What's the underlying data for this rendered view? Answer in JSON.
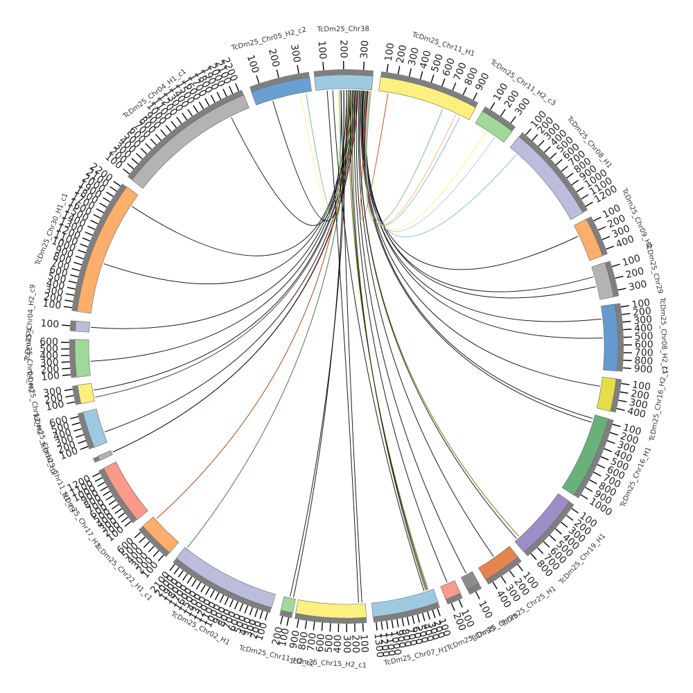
{
  "segments": [
    {
      "id": "s1",
      "label": "TcDm25_Chr05_H2_c2",
      "start": 339.5,
      "end": 352.2,
      "color": "#6a9fd2",
      "ticks": [
        "100",
        "200",
        "300"
      ]
    },
    {
      "id": "s2",
      "label": "TcDm25_Chr38",
      "start": 353.2,
      "end": 5.6,
      "color": "#9ecae1",
      "ticks": [
        "100",
        "200",
        "300"
      ]
    },
    {
      "id": "s3",
      "label": "TcDm25_Chr11_H1",
      "start": 7.2,
      "end": 28.4,
      "color": "#fdf07f",
      "ticks": [
        "100",
        "200",
        "300",
        "400",
        "500",
        "600",
        "700",
        "800",
        "900"
      ]
    },
    {
      "id": "s4",
      "label": "TcDm25_Chr11_H2_c3",
      "start": 30.0,
      "end": 37.6,
      "color": "#a1d99b",
      "ticks": [
        "100",
        "200",
        "300"
      ]
    },
    {
      "id": "s5",
      "label": "TcDm25_Chr08_H1",
      "start": 39.4,
      "end": 60.5,
      "color": "#bcbddc",
      "ticks": [
        "100",
        "200",
        "300",
        "400",
        "500",
        "600",
        "700",
        "800",
        "900",
        "1000",
        "1100",
        "1200"
      ]
    },
    {
      "id": "s6",
      "label": "TcDm25_Chr09_H2",
      "start": 62.0,
      "end": 70.5,
      "color": "#fdae6b",
      "ticks": [
        "100",
        "200",
        "300",
        "400"
      ]
    },
    {
      "id": "s7",
      "label": "TcDm25_Chr29",
      "start": 72.0,
      "end": 79.5,
      "color": "#b3b3b3",
      "ticks": [
        "100",
        "200",
        "300"
      ]
    },
    {
      "id": "s8",
      "label": "TcDm25_Chr08_H2_c1",
      "start": 81.0,
      "end": 95.2,
      "color": "#6699cc",
      "ticks": [
        "100",
        "200",
        "300",
        "400",
        "500",
        "600",
        "700",
        "800",
        "900"
      ]
    },
    {
      "id": "s9",
      "label": "TcDm25_Chr16_H2_c1",
      "start": 96.8,
      "end": 103.8,
      "color": "#e6dd4b",
      "ticks": [
        "100",
        "200",
        "300",
        "400"
      ]
    },
    {
      "id": "s10",
      "label": "TcDm25_Chr16_H1",
      "start": 105.4,
      "end": 123.2,
      "color": "#6ab07b",
      "ticks": [
        "100",
        "200",
        "300",
        "400",
        "500",
        "600",
        "700",
        "800",
        "900",
        "1000"
      ]
    },
    {
      "id": "s11",
      "label": "TcDm25_Chr19_H1",
      "start": 124.8,
      "end": 139.2,
      "color": "#9e8dc7",
      "ticks": [
        "100",
        "200",
        "300",
        "400",
        "500",
        "600",
        "700",
        "800"
      ]
    },
    {
      "id": "s12",
      "label": "TcDm25_Chr25_H1",
      "start": 140.8,
      "end": 149.2,
      "color": "#e6844e",
      "ticks": [
        "100",
        "200",
        "300",
        "400"
      ]
    },
    {
      "id": "s13",
      "label": "TcDm25_Chr25",
      "start": 150.8,
      "end": 153.6,
      "color": "#8c8c8c",
      "ticks": [
        "100"
      ]
    },
    {
      "id": "s14",
      "label": "TcDm25_Chr35",
      "start": 155.2,
      "end": 158.6,
      "color": "#fb9a8a",
      "ticks": [
        "100",
        "200"
      ]
    },
    {
      "id": "s15",
      "label": "TcDm25_Chr07_H1",
      "start": 160.3,
      "end": 174.4,
      "color": "#9ecae1",
      "ticks": [
        "100",
        "200",
        "300",
        "400",
        "500",
        "600",
        "700",
        "800",
        "900",
        "1000",
        "1100",
        "1200",
        "1300"
      ]
    },
    {
      "id": "s16",
      "label": "TcDm25_Chr15_H2_c1",
      "start": 175.8,
      "end": 190.8,
      "color": "#fdf07f",
      "ticks": [
        "100",
        "200",
        "300",
        "400",
        "500",
        "600",
        "700",
        "800",
        "900"
      ]
    },
    {
      "id": "s17",
      "label": "TcDm25_Chr11_H2_c2",
      "start": 191.4,
      "end": 194.0,
      "color": "#a1d99b",
      "ticks": [
        "100",
        "200"
      ]
    },
    {
      "id": "s18",
      "label": "TcDm25_Chr02_H1",
      "start": 196.0,
      "end": 218.8,
      "color": "#bcbddc",
      "ticks": [
        "100",
        "200",
        "300",
        "400",
        "500",
        "600",
        "700",
        "800",
        "900",
        "1000",
        "1100",
        "1200",
        "1300",
        "1400",
        "1500",
        "1600",
        "1700",
        "1800",
        "1900",
        "2000",
        "2100"
      ]
    },
    {
      "id": "s19",
      "label": "TcDm25_Chr22_H1_c1",
      "start": 220.6,
      "end": 228.6,
      "color": "#fdae6b",
      "ticks": [
        "100",
        "200",
        "300",
        "400",
        "500",
        "600"
      ]
    },
    {
      "id": "s20",
      "label": "TcDm25_Chr17_H1",
      "start": 230.4,
      "end": 243.4,
      "color": "#fb9a8a",
      "ticks": [
        "100",
        "200",
        "300",
        "400",
        "500",
        "600",
        "700",
        "800",
        "900",
        "1000",
        "1100",
        "1200"
      ]
    },
    {
      "id": "s21",
      "label": "TcDm25_Chr11_H1_c3",
      "start": 245.2,
      "end": 246.2,
      "color": "#b3b3b3",
      "ticks": []
    },
    {
      "id": "s22",
      "label": "TcDm25_Chr10_H2",
      "start": 248.2,
      "end": 256.0,
      "color": "#9ecae1",
      "ticks": [
        "100",
        "200",
        "300",
        "400",
        "500",
        "600"
      ]
    },
    {
      "id": "s23",
      "label": "TcDm25_Chr12_H2",
      "start": 257.8,
      "end": 261.8,
      "color": "#fdf07f",
      "ticks": [
        "100",
        "200",
        "300"
      ]
    },
    {
      "id": "s24",
      "label": "TcDm25_Chr04_H2",
      "start": 263.5,
      "end": 271.5,
      "color": "#a1d99b",
      "ticks": [
        "100",
        "200",
        "300",
        "400",
        "500",
        "600"
      ]
    },
    {
      "id": "s25",
      "label": "TcDm25_Chr04_H2_c9",
      "start": 273.2,
      "end": 275.4,
      "color": "#bcbddc",
      "ticks": [
        "100"
      ]
    },
    {
      "id": "s26",
      "label": "TcDm25_Chr30_H1_c1",
      "start": 277.4,
      "end": 306.0,
      "color": "#fdae6b",
      "ticks": [
        "100",
        "200",
        "300",
        "400",
        "500",
        "600",
        "700",
        "800",
        "900",
        "1000",
        "1100",
        "1200",
        "1300",
        "1400",
        "1500",
        "1600",
        "1700",
        "1800",
        "1900",
        "2000",
        "2100",
        "2200"
      ]
    },
    {
      "id": "s27",
      "label": "TcDm25_Chr04_H1_c1",
      "start": 307.8,
      "end": 337.8,
      "color": "#b3b3b3",
      "ticks": [
        "100",
        "200",
        "300",
        "400",
        "500",
        "600",
        "700",
        "800",
        "900",
        "1000",
        "1100",
        "1200",
        "1300",
        "1400",
        "1500",
        "1600",
        "1700",
        "1800",
        "1900",
        "2000",
        "2100",
        "2200"
      ]
    }
  ],
  "links": [
    {
      "from": "s27",
      "fromPos": 0.85,
      "to": "s2",
      "toPos": 0.45,
      "color": "#000000"
    },
    {
      "from": "s1",
      "fromPos": 0.3,
      "to": "s2",
      "toPos": 0.5,
      "color": "#000000"
    },
    {
      "from": "s26",
      "fromPos": 0.9,
      "to": "s2",
      "toPos": 0.55,
      "color": "#000000"
    },
    {
      "from": "s26",
      "fromPos": 0.4,
      "to": "s2",
      "toPos": 0.6,
      "color": "#000000"
    },
    {
      "from": "s25",
      "fromPos": 0.5,
      "to": "s2",
      "toPos": 0.62,
      "color": "#000000"
    },
    {
      "from": "s24",
      "fromPos": 0.4,
      "to": "s2",
      "toPos": 0.65,
      "color": "#000000"
    },
    {
      "from": "s23",
      "fromPos": 0.6,
      "to": "s2",
      "toPos": 0.68,
      "color": "#000000"
    },
    {
      "from": "s23",
      "fromPos": 0.2,
      "to": "s2",
      "toPos": 0.7,
      "color": "#333333"
    },
    {
      "from": "s22",
      "fromPos": 0.3,
      "to": "s2",
      "toPos": 0.72,
      "color": "#000000"
    },
    {
      "from": "s21",
      "fromPos": 0.5,
      "to": "s2",
      "toPos": 0.74,
      "color": "#cc3300"
    },
    {
      "from": "s21",
      "fromPos": 0.5,
      "to": "s2",
      "toPos": 0.76,
      "color": "#000000"
    },
    {
      "from": "s19",
      "fromPos": 0.9,
      "to": "s2",
      "toPos": 0.58,
      "color": "#993300"
    },
    {
      "from": "s18",
      "fromPos": 0.98,
      "to": "s2",
      "toPos": 0.6,
      "color": "#336633"
    },
    {
      "from": "s17",
      "fromPos": 0.5,
      "to": "s2",
      "toPos": 0.55,
      "color": "#000000"
    },
    {
      "from": "s17",
      "fromPos": 0.2,
      "to": "s2",
      "toPos": 0.5,
      "color": "#000000"
    },
    {
      "from": "s16",
      "fromPos": 0.05,
      "to": "s2",
      "toPos": 0.45,
      "color": "#000000"
    },
    {
      "from": "s15",
      "fromPos": 0.08,
      "to": "s2",
      "toPos": 0.58,
      "color": "#666600"
    },
    {
      "from": "s15",
      "fromPos": 0.1,
      "to": "s2",
      "toPos": 0.62,
      "color": "#000000"
    },
    {
      "from": "s15",
      "fromPos": 0.12,
      "to": "s2",
      "toPos": 0.66,
      "color": "#333300"
    },
    {
      "from": "s14",
      "fromPos": 0.5,
      "to": "s2",
      "toPos": 0.7,
      "color": "#000000"
    },
    {
      "from": "s13",
      "fromPos": 0.5,
      "to": "s2",
      "toPos": 0.74,
      "color": "#000000"
    },
    {
      "from": "s12",
      "fromPos": 0.5,
      "to": "s2",
      "toPos": 0.78,
      "color": "#000000"
    },
    {
      "from": "s11",
      "fromPos": 0.9,
      "to": "s2",
      "toPos": 0.8,
      "color": "#666600"
    },
    {
      "from": "s10",
      "fromPos": 0.1,
      "to": "s2",
      "toPos": 0.82,
      "color": "#000000"
    },
    {
      "from": "s9",
      "fromPos": 0.3,
      "to": "s2",
      "toPos": 0.84,
      "color": "#000000"
    },
    {
      "from": "s8",
      "fromPos": 0.2,
      "to": "s2",
      "toPos": 0.86,
      "color": "#000000"
    },
    {
      "from": "s8",
      "fromPos": 0.5,
      "to": "s2",
      "toPos": 0.88,
      "color": "#000000"
    },
    {
      "from": "s7",
      "fromPos": 0.3,
      "to": "s2",
      "toPos": 0.9,
      "color": "#000000"
    },
    {
      "from": "s7",
      "fromPos": 0.6,
      "to": "s2",
      "toPos": 0.92,
      "color": "#000000"
    },
    {
      "from": "s6",
      "fromPos": 0.3,
      "to": "s2",
      "toPos": 0.93,
      "color": "#000000"
    },
    {
      "from": "s5",
      "fromPos": 0.1,
      "to": "s2",
      "toPos": 0.94,
      "color": "#7bb3d9"
    },
    {
      "from": "s4",
      "fromPos": 0.4,
      "to": "s2",
      "toPos": 0.95,
      "color": "#fdf07f"
    },
    {
      "from": "s4",
      "fromPos": 0.7,
      "to": "s2",
      "toPos": 0.96,
      "color": "#bcbddc"
    },
    {
      "from": "s3",
      "fromPos": 0.9,
      "to": "s2",
      "toPos": 0.97,
      "color": "#7bb3d9"
    },
    {
      "from": "s3",
      "fromPos": 0.85,
      "to": "s2",
      "toPos": 0.98,
      "color": "#fdae6b"
    },
    {
      "from": "s3",
      "fromPos": 0.7,
      "to": "s2",
      "toPos": 0.99,
      "color": "#6ab07b"
    },
    {
      "from": "s3",
      "fromPos": 0.1,
      "to": "s2",
      "toPos": 0.94,
      "color": "#cc3300"
    },
    {
      "from": "s1",
      "fromPos": 0.8,
      "to": "s2",
      "toPos": 0.4,
      "color": "#fdf07f"
    },
    {
      "from": "s1",
      "fromPos": 0.9,
      "to": "s2",
      "toPos": 0.42,
      "color": "#6ab07b"
    },
    {
      "from": "s2",
      "fromPos": 0.2,
      "to": "s16",
      "toPos": 0.1,
      "color": "#000000"
    },
    {
      "from": "s2",
      "fromPos": 0.3,
      "to": "s15",
      "toPos": 0.15,
      "color": "#000000"
    },
    {
      "from": "s2",
      "fromPos": 0.8,
      "to": "s11",
      "toPos": 0.95,
      "color": "#000000"
    },
    {
      "from": "s2",
      "fromPos": 0.85,
      "to": "s10",
      "toPos": 0.05,
      "color": "#000000"
    }
  ]
}
